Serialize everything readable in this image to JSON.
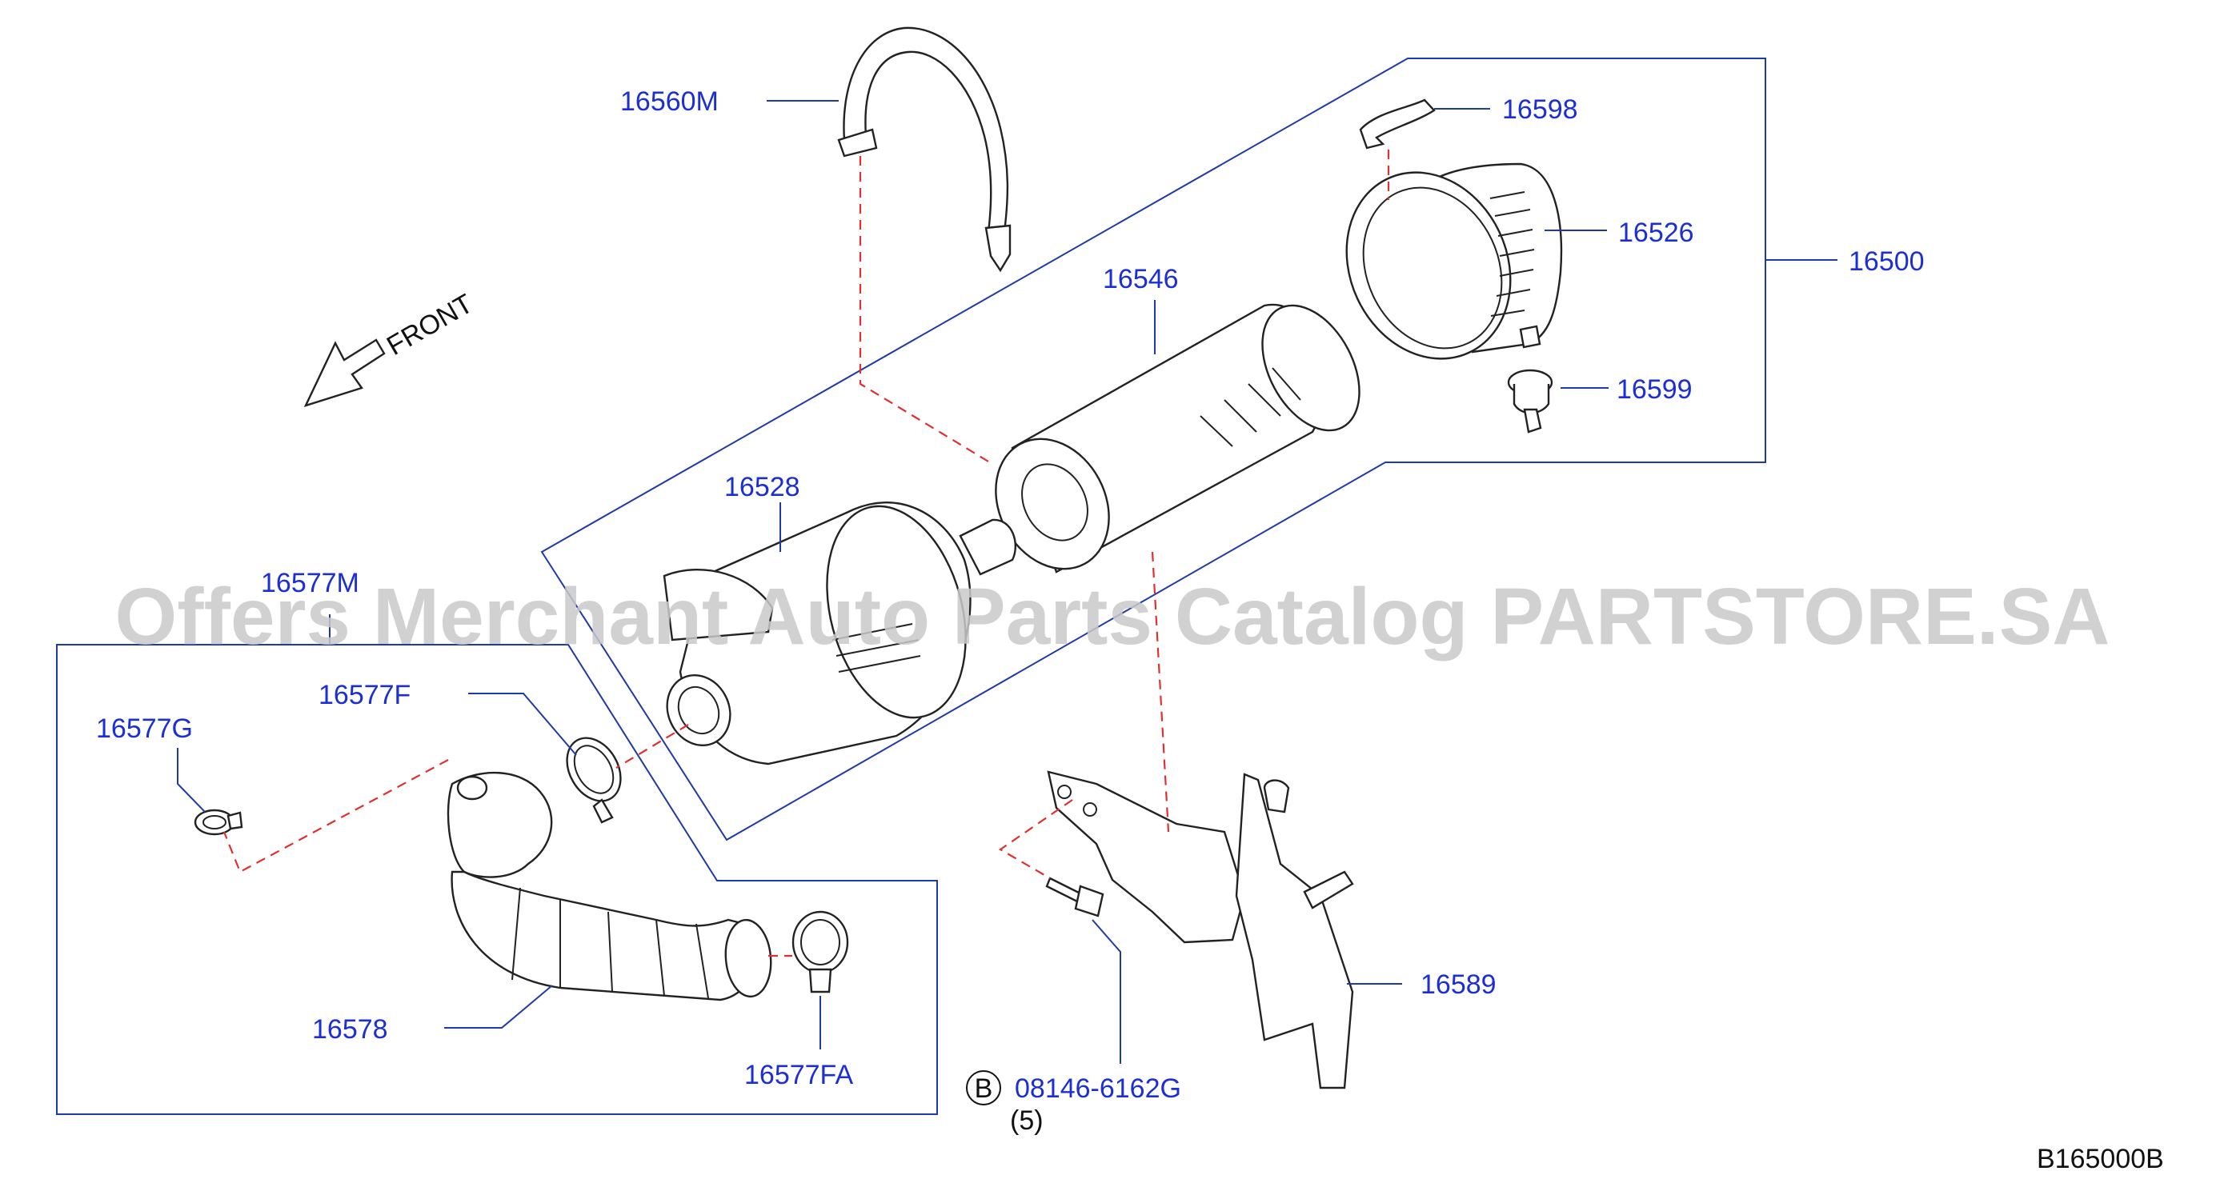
{
  "watermark": "Offers Merchant Auto Parts Catalog PARTSTORE.SA",
  "front_label": "FRONT",
  "diagram_code": "B165000B",
  "bolt_callout": {
    "circle_letter": "B",
    "part_number": "08146-6162G",
    "quantity": "(5)"
  },
  "part_labels": {
    "p16560M": "16560M",
    "p16598": "16598",
    "p16526": "16526",
    "p16500": "16500",
    "p16546": "16546",
    "p16599": "16599",
    "p16528": "16528",
    "p16577M": "16577M",
    "p16577F": "16577F",
    "p16577G": "16577G",
    "p16578": "16578",
    "p16577FA": "16577FA",
    "p16589": "16589"
  },
  "colors": {
    "label": "#1c2fd6",
    "leader": "#1e3aa8",
    "dashed": "#e03030",
    "watermark": "#c9c9c9"
  }
}
